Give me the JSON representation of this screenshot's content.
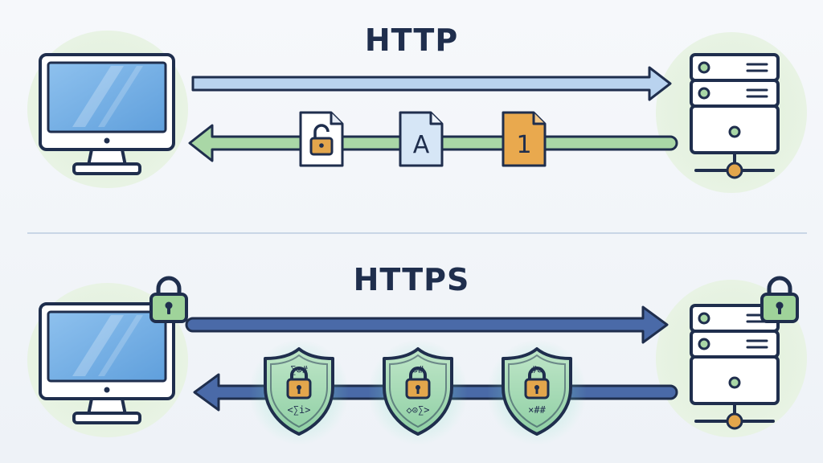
{
  "http": {
    "title": "HTTP",
    "packets": [
      {
        "kind": "unlocked-document",
        "label": ""
      },
      {
        "kind": "letter-document",
        "label": "A"
      },
      {
        "kind": "number-document",
        "label": "1"
      }
    ]
  },
  "https": {
    "title": "HTTPS",
    "shields": [
      {
        "row1": "∑⊗#",
        "row2": "<∑i>"
      },
      {
        "row1": "⊗#",
        "row2": "◇⊙∑>"
      },
      {
        "row1": "#⊗",
        "row2": "×##"
      }
    ]
  },
  "colors": {
    "request_arrow_http": "#b9d3ef",
    "response_arrow_http": "#a9d7a6",
    "arrow_https": "#4a6aa8",
    "lock_green": "#9fd39a",
    "lock_body": "#e3a64c",
    "outline": "#1f2e4d"
  }
}
